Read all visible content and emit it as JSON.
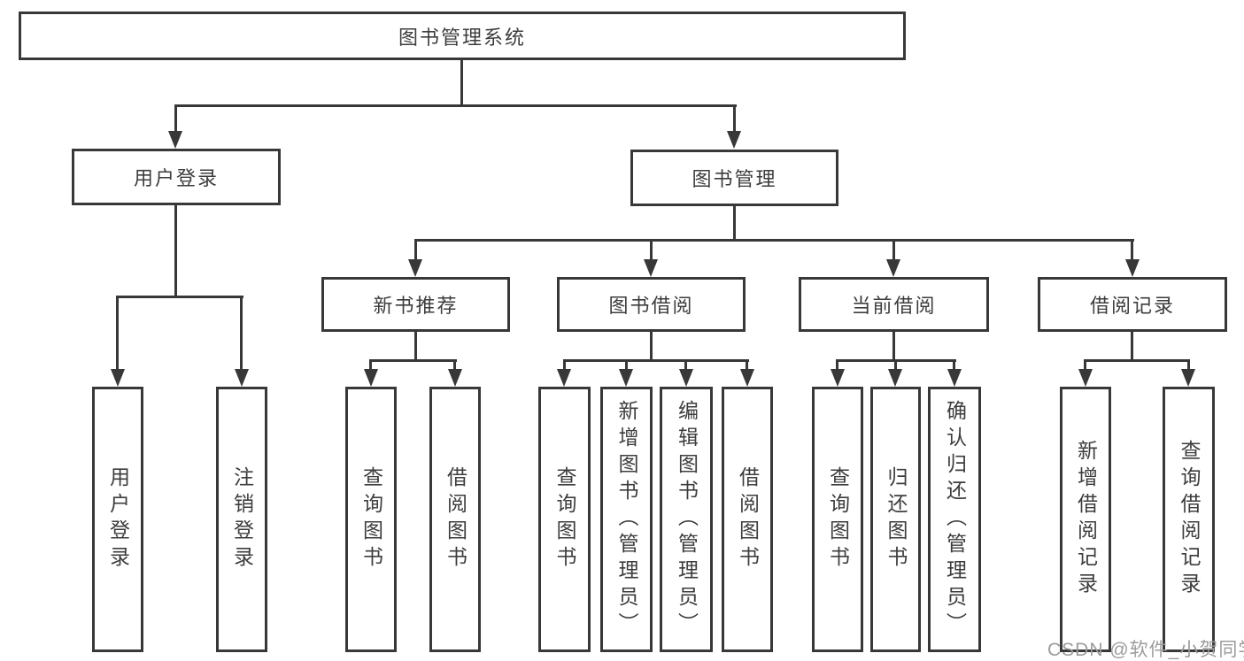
{
  "diagram_title": "图书管理系统",
  "tree": {
    "root": {
      "label": "图书管理系统",
      "children": [
        {
          "label": "用户登录",
          "children": [
            {
              "label": "用户登录"
            },
            {
              "label": "注销登录"
            }
          ]
        },
        {
          "label": "图书管理",
          "children": [
            {
              "label": "新书推荐",
              "children": [
                {
                  "label": "查询图书"
                },
                {
                  "label": "借阅图书"
                }
              ]
            },
            {
              "label": "图书借阅",
              "children": [
                {
                  "label": "查询图书"
                },
                {
                  "label": "新增图书（管理员）"
                },
                {
                  "label": "编辑图书（管理员）"
                },
                {
                  "label": "借阅图书"
                }
              ]
            },
            {
              "label": "当前借阅",
              "children": [
                {
                  "label": "查询图书"
                },
                {
                  "label": "归还图书"
                },
                {
                  "label": "确认归还（管理员）"
                }
              ]
            },
            {
              "label": "借阅记录",
              "children": [
                {
                  "label": "新增借阅记录"
                },
                {
                  "label": "查询借阅记录"
                }
              ]
            }
          ]
        }
      ]
    }
  },
  "watermark": {
    "text": "CSDN @软件_小贺同学"
  },
  "colors": {
    "line": "#383838",
    "text": "#3d3d3d",
    "watermark_text": "#9c9c9c",
    "background": "#ffffff"
  }
}
